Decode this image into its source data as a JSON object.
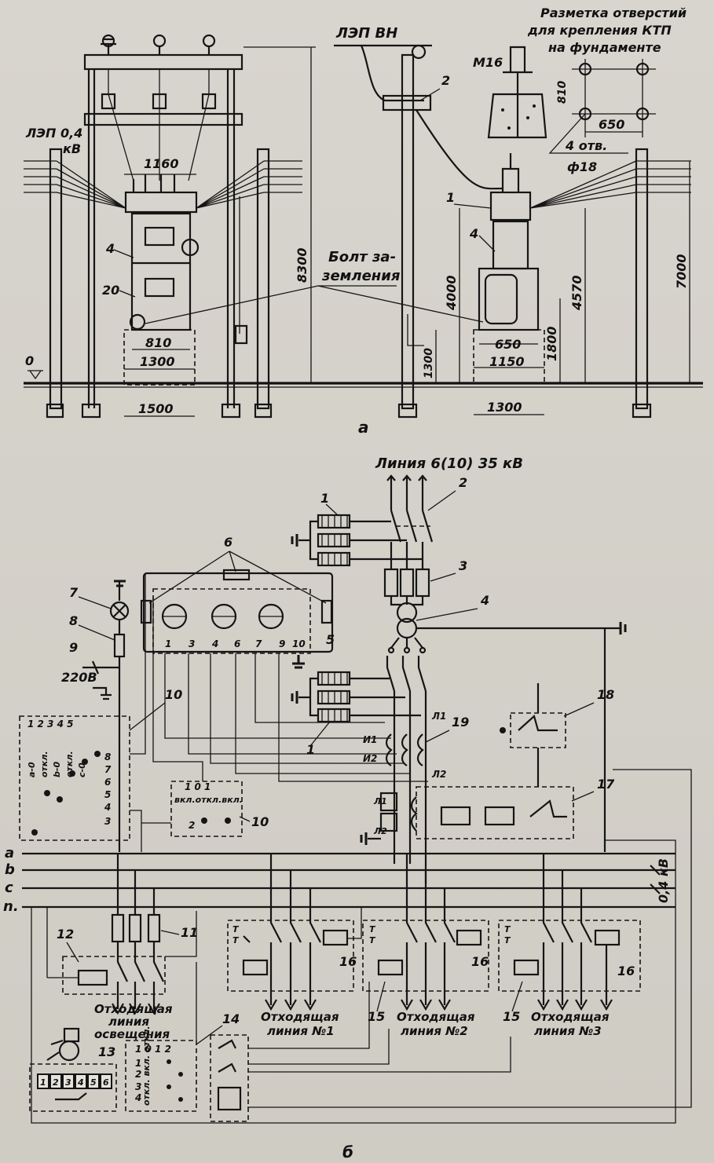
{
  "part_a": {
    "label": "а",
    "title_holes": "Разметка отверстий",
    "title_holes_2": "для крепления КТП",
    "title_holes_3": "на фундаменте",
    "line_hv": "ЛЭП ВН",
    "line_lv": "ЛЭП 0,4",
    "line_lv_unit": "кВ",
    "bolt_label_1": "Болт за-",
    "bolt_label_2": "земления",
    "bolt_size": "М16",
    "holes_count": "4 отв.",
    "holes_dia": "ф18",
    "zero_mark": "0",
    "dims": {
      "d1160": "1160",
      "d810a": "810",
      "d1300a": "1300",
      "d1500": "1500",
      "d8300": "8300",
      "d4000": "4000",
      "d1300v": "1300",
      "d650": "650",
      "d1150": "1150",
      "d1300b": "1300",
      "d1800": "1800",
      "d4570": "4570",
      "d7000": "7000",
      "d810h": "810",
      "d650h": "650"
    },
    "callouts": {
      "c1": "1",
      "c2": "2",
      "c4a": "4",
      "c4b": "4",
      "c20": "20"
    }
  },
  "part_b": {
    "label": "б",
    "line_title": "Линия 6(10) 35 кВ",
    "voltage_220": "220В",
    "bus_a": "a",
    "bus_b": "b",
    "bus_c": "c",
    "bus_n": "n.",
    "bus_voltage": "0,4 кВ",
    "outgoing_light_1": "Отходящая",
    "outgoing_light_2": "линия",
    "outgoing_light_3": "освещения",
    "outgoing_1a": "Отходящая",
    "outgoing_1b": "линия №1",
    "outgoing_2a": "Отходящая",
    "outgoing_2b": "линия №2",
    "outgoing_3a": "Отходящая",
    "outgoing_3b": "линия №3",
    "switch_positions_left": "1 2 3 4 5",
    "switch_a0": "a-0",
    "switch_off1": "откл.",
    "switch_b0": "b-0",
    "switch_off2": "откл.",
    "switch_c0": "c-0",
    "switch_mid": "1  0  1",
    "switch_mid_2": "вкл.откл.вкл.",
    "switch_low": "1   0   1   2",
    "switch_low_2": "откл.  вкл.  откл.",
    "meter_cells": [
      "1",
      "2",
      "3",
      "4",
      "5",
      "6"
    ],
    "term_nums": [
      "1",
      "3",
      "4",
      "6",
      "7",
      "9",
      "10"
    ],
    "ct_labels": {
      "l1": "Л1",
      "i1": "И1",
      "i2": "И2",
      "l2": "Л2",
      "l1b": "Л1",
      "l2b": "Л2"
    },
    "rows_left": [
      "8",
      "7",
      "6",
      "5",
      "4",
      "3"
    ],
    "callouts": {
      "c1a": "1",
      "c1b": "1",
      "c2": "2",
      "c3": "3",
      "c4": "4",
      "c5": "5",
      "c6": "6",
      "c7": "7",
      "c8": "8",
      "c9": "9",
      "c10a": "10",
      "c10b": "10",
      "c11": "11",
      "c12": "12",
      "c13": "13",
      "c14": "14",
      "c15a": "15",
      "c15b": "15",
      "c16a": "16",
      "c16b": "16",
      "c16c": "16",
      "c17": "17",
      "c18": "18",
      "c19": "19"
    }
  }
}
